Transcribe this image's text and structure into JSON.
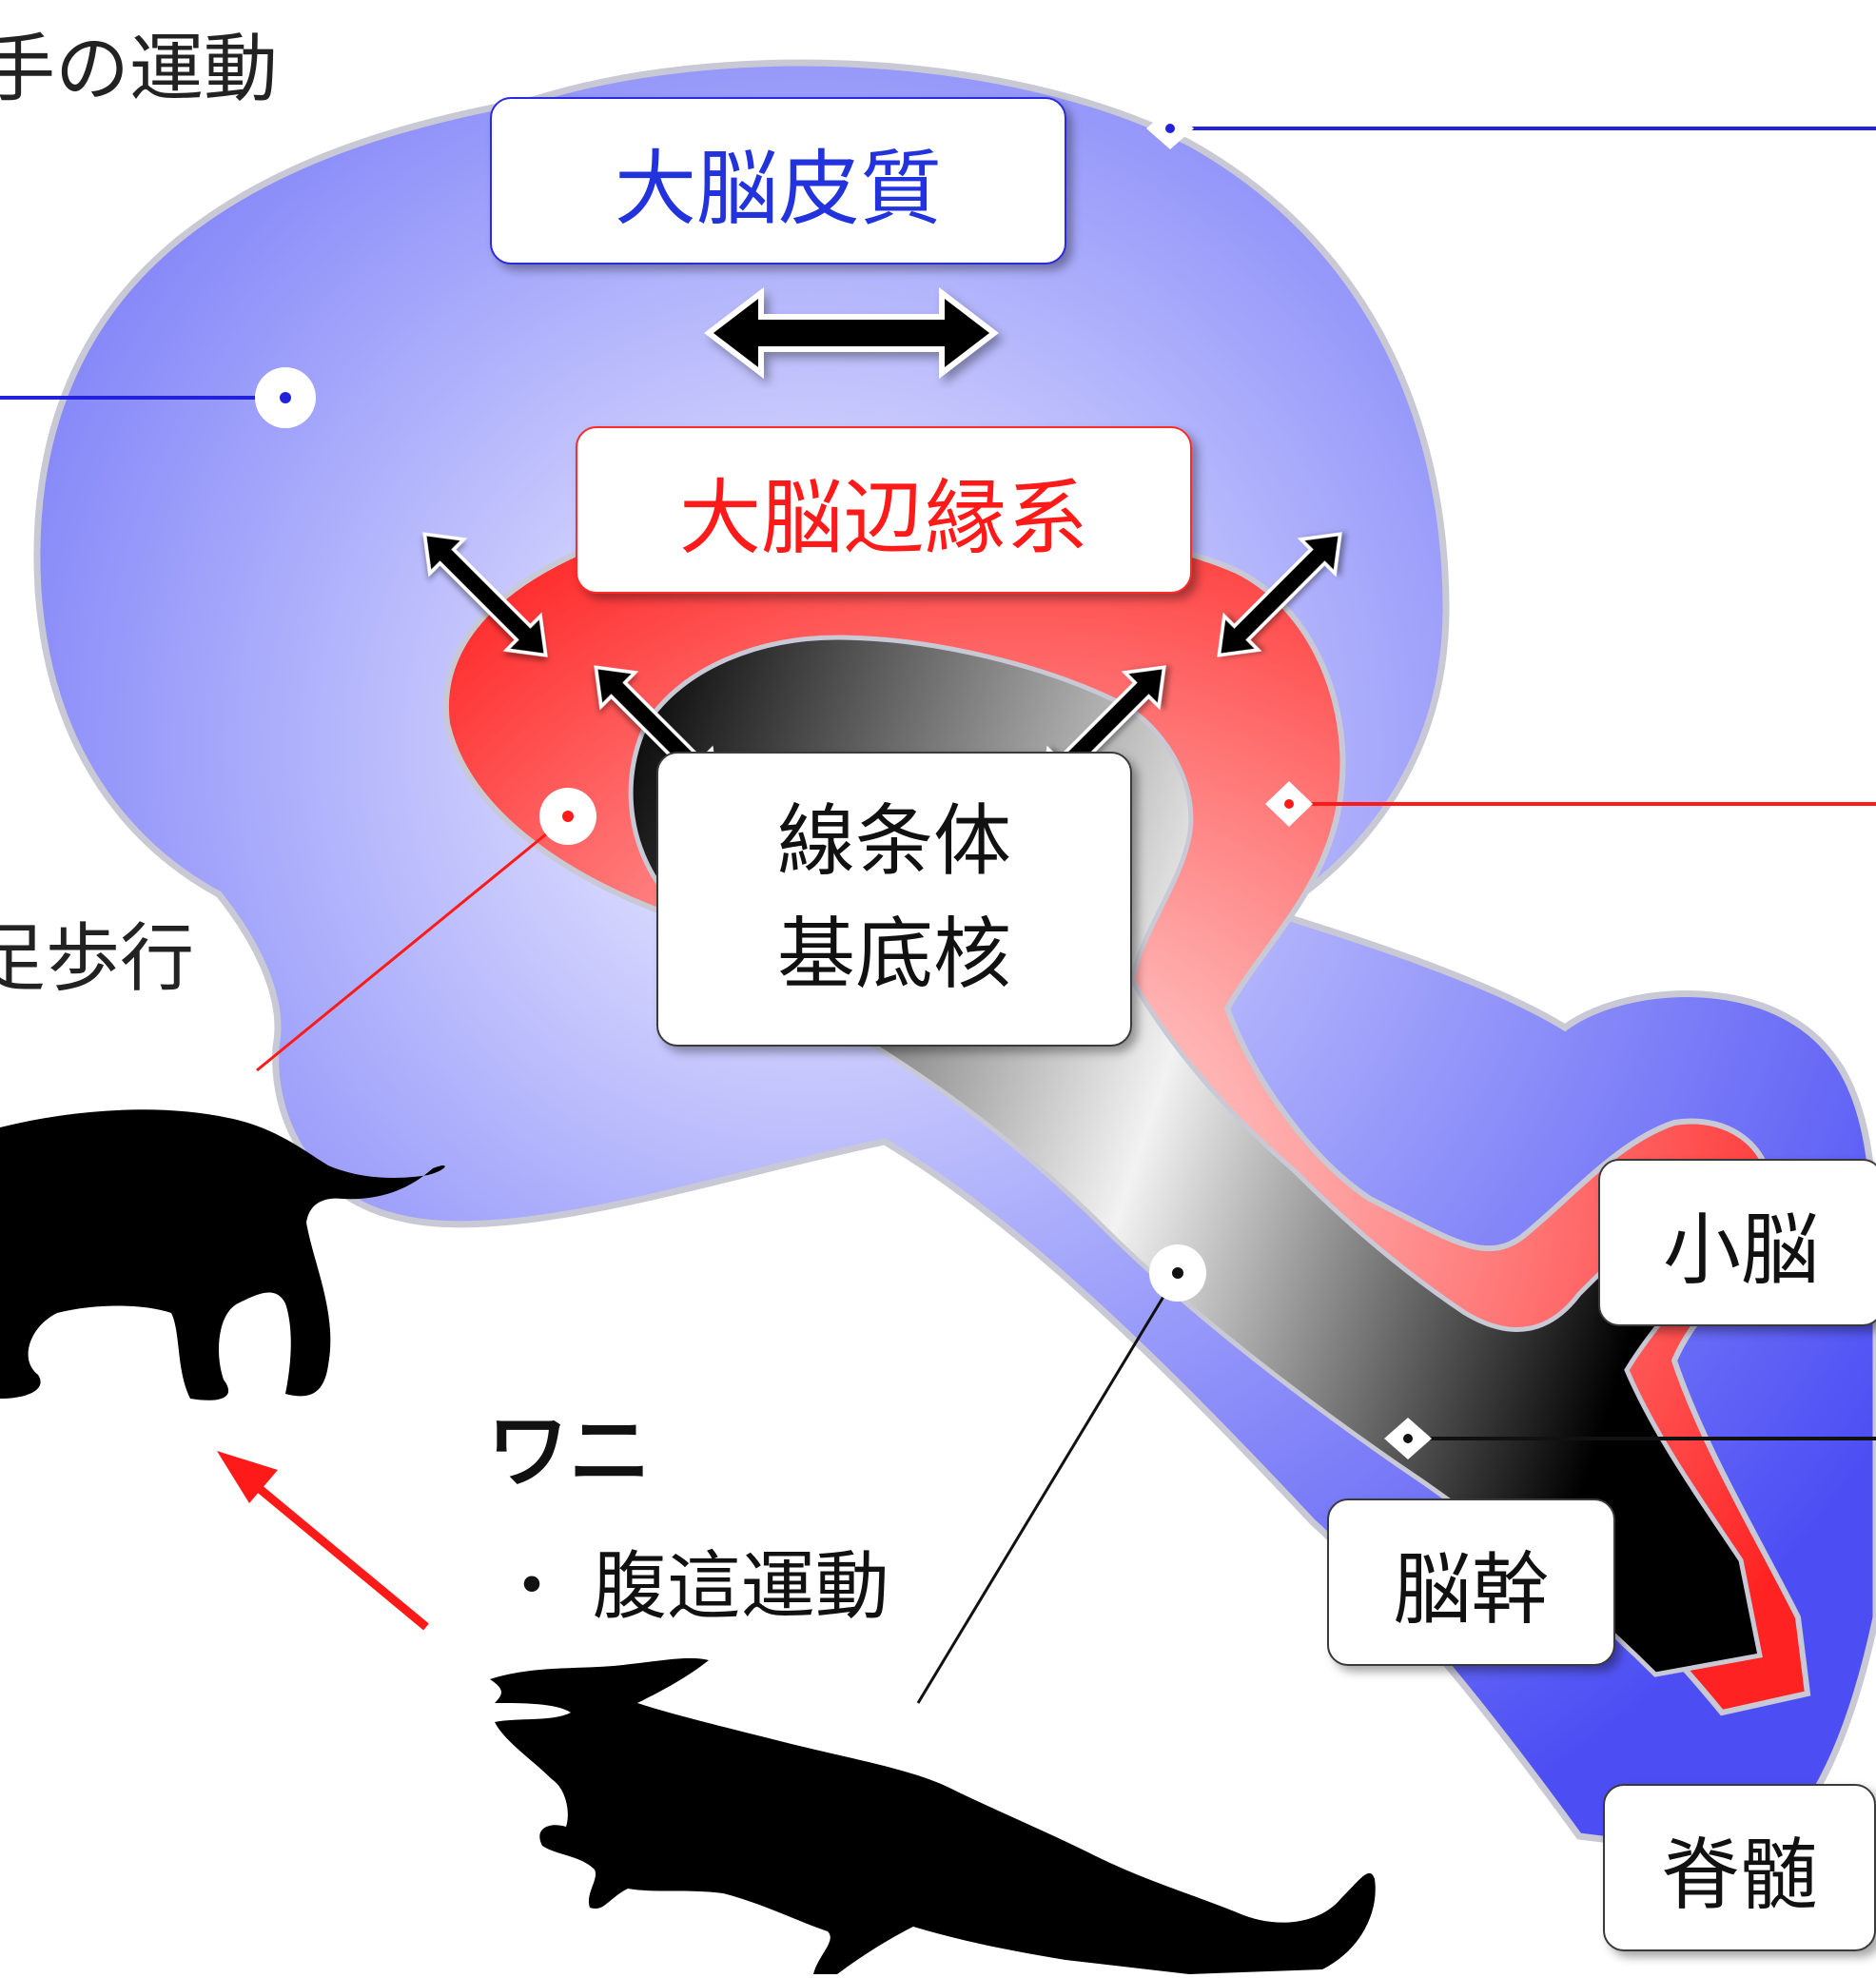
{
  "labels": {
    "cerebral_cortex": "大脳皮質",
    "limbic_system": "大脳辺縁系",
    "striatum": "線条体",
    "basal_ganglia": "基底核",
    "cerebellum": "小脳",
    "brainstem": "脳幹",
    "spinal_cord": "脊髄"
  },
  "side_text": {
    "top_left": "手の運動",
    "mid_left": "足歩行"
  },
  "crocodile": {
    "name": "ワニ",
    "trait": "・ 腹這運動"
  },
  "colors": {
    "cortex_blue": "#5a5cf6",
    "limbic_red": "#ff2a2a",
    "core_black": "#000000",
    "cortex_text": "#2233dd",
    "limbic_text": "#ff1a1a",
    "evolution_arrow": "#ff1a1a"
  },
  "icons": [
    "cat-silhouette-icon",
    "crocodile-silhouette-icon",
    "double-arrow-icon"
  ]
}
